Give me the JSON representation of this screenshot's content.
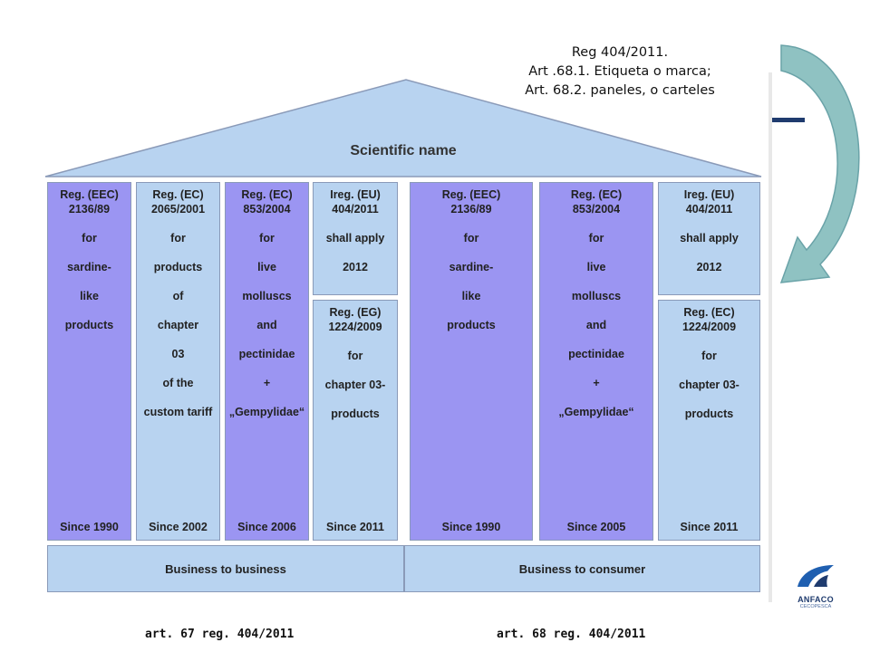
{
  "note": {
    "line1": "Reg 404/2011.",
    "line2": "Art .68.1.  Etiqueta o marca;",
    "line3": "Art. 68.2. paneles, o carteles"
  },
  "roof": {
    "title": "Scientific name"
  },
  "pillars": [
    {
      "lines": [
        "Reg. (EEC)",
        "2136/89",
        "for",
        "sardine-",
        "like",
        "products"
      ],
      "since": "Since 1990"
    },
    {
      "lines": [
        "Reg. (EC)",
        "2065/2001",
        "for",
        "products",
        "of",
        "chapter",
        "03",
        "of the",
        "custom tariff"
      ],
      "since": "Since 2002"
    },
    {
      "lines": [
        "Reg. (EC)",
        "853/2004",
        "for",
        "live",
        "molluscs",
        "and",
        "pectinidae",
        "+",
        "„Gempylidae“"
      ],
      "since": "Since 2006"
    },
    {
      "lines": [
        "Ireg. (EU)",
        "404/2011",
        "shall apply",
        "2012"
      ]
    },
    {
      "lines": [
        "Reg. (EG)",
        "1224/2009",
        "for",
        "chapter 03-",
        "products"
      ],
      "since": "Since 2011"
    },
    {
      "lines": [
        "Reg. (EEC)",
        "2136/89",
        "for",
        "sardine-",
        "like",
        "products"
      ],
      "since": "Since 1990"
    },
    {
      "lines": [
        "Reg. (EC)",
        "853/2004",
        "for",
        "live",
        "molluscs",
        "and",
        "pectinidae",
        "+",
        "„Gempylidae“"
      ],
      "since": "Since 2005"
    },
    {
      "lines": [
        "Ireg. (EU)",
        "404/2011",
        "shall apply",
        "2012"
      ]
    },
    {
      "lines": [
        "Reg. (EC)",
        "1224/2009",
        "for",
        "chapter 03-",
        "products"
      ],
      "since": "Since 2011"
    }
  ],
  "base": {
    "left": "Business to business",
    "right": "Business to consumer"
  },
  "footer": {
    "left": "art. 67 reg. 404/2011",
    "right": "art. 68 reg. 404/2011"
  },
  "logo": {
    "name": "ANFACO",
    "sub": "CECOPESCA"
  },
  "colors": {
    "purple": "#9b95f2",
    "blue": "#b8d3f0",
    "border": "#8a9ab8",
    "arrow": "#8fc2c2",
    "dash": "#1f3b6e"
  }
}
